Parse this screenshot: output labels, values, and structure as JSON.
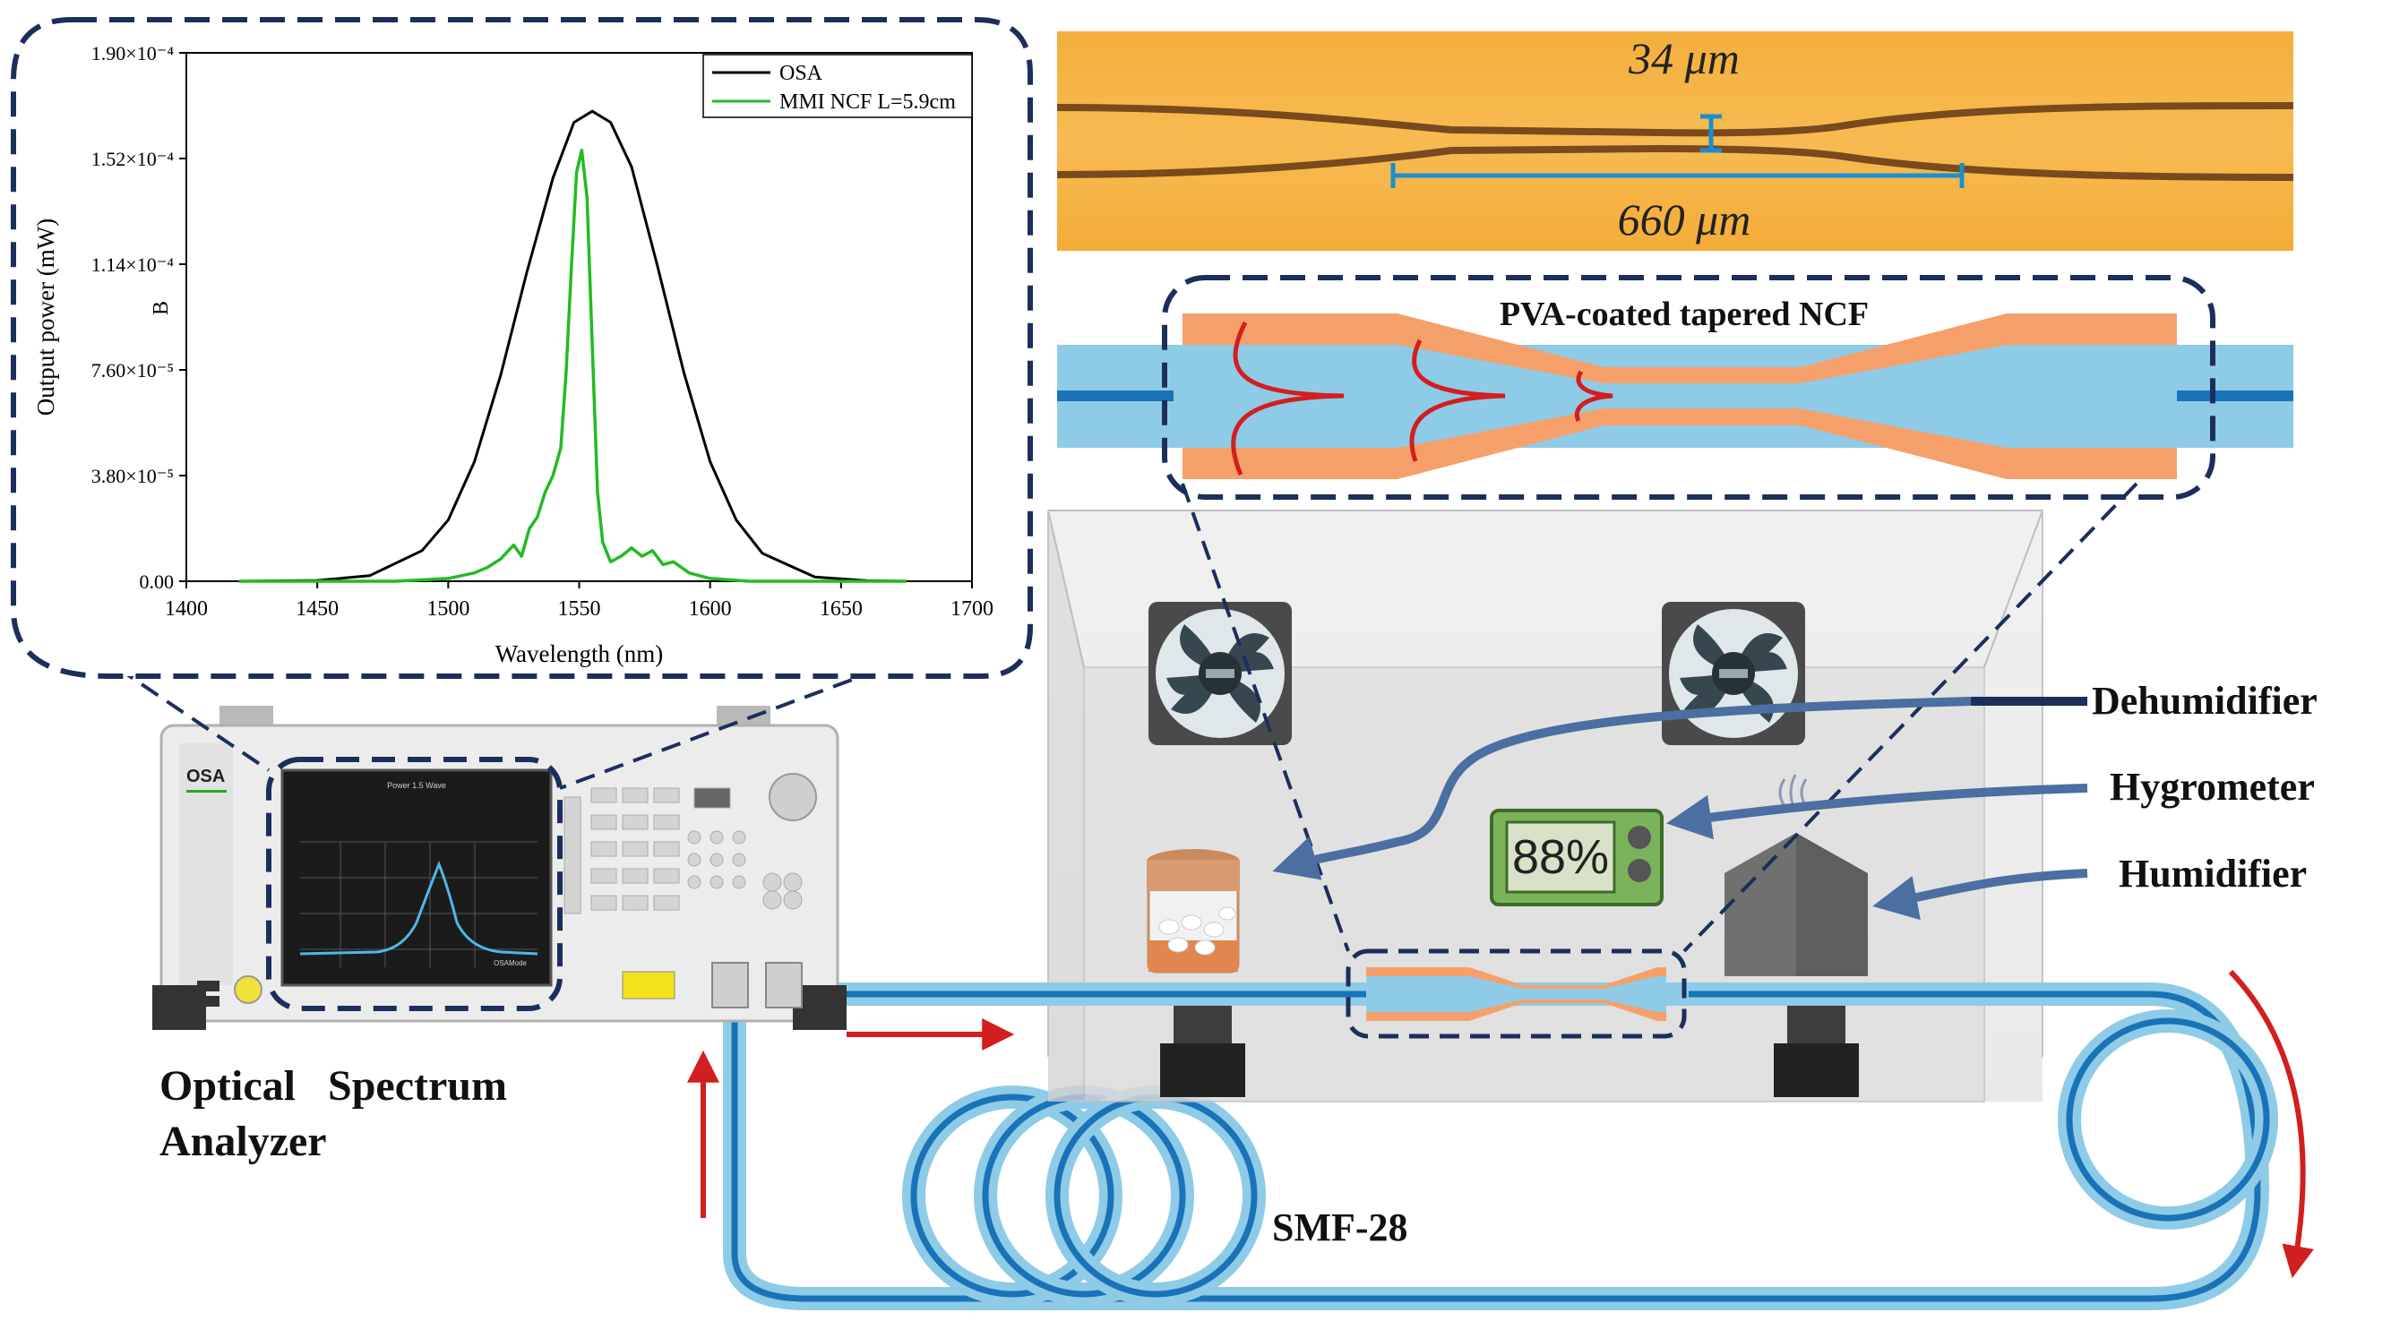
{
  "inset_chart": {
    "chart_data": {
      "type": "line",
      "xlabel": "Wavelength (nm)",
      "ylabel": "Output power (mW)",
      "y_axis_letter": "B",
      "xlim": [
        1400,
        1700
      ],
      "ylim": [
        0,
        0.00019
      ],
      "x_ticks": [
        "1400",
        "1450",
        "1500",
        "1550",
        "1600",
        "1650",
        "1700"
      ],
      "y_ticks": [
        "0.00",
        "3.80×10⁻⁵",
        "7.60×10⁻⁵",
        "1.14×10⁻⁴",
        "1.52×10⁻⁴",
        "1.90×10⁻⁴"
      ],
      "y_tick_values": [
        0,
        3.8e-05,
        7.6e-05,
        0.000114,
        0.000152,
        0.00019
      ],
      "legend_position": "top-right",
      "series": [
        {
          "name": "OSA",
          "color": "#000000",
          "x": [
            1420,
            1450,
            1470,
            1490,
            1500,
            1510,
            1520,
            1530,
            1540,
            1548,
            1555,
            1562,
            1570,
            1580,
            1590,
            1600,
            1610,
            1620,
            1640,
            1660,
            1675
          ],
          "y": [
            0,
            3e-07,
            2e-06,
            1.1e-05,
            2.2e-05,
            4.3e-05,
            7.4e-05,
            0.000111,
            0.000145,
            0.000165,
            0.000169,
            0.000165,
            0.000149,
            0.000113,
            7.5e-05,
            4.3e-05,
            2.2e-05,
            1e-05,
            1.5e-06,
            2e-07,
            0
          ]
        },
        {
          "name": "MMI NCF L=5.9cm",
          "color": "#22bb22",
          "x": [
            1420,
            1480,
            1500,
            1510,
            1515,
            1520,
            1525,
            1528,
            1531,
            1534,
            1537,
            1540,
            1543,
            1545,
            1547,
            1549,
            1551,
            1553,
            1555,
            1557,
            1559,
            1562,
            1566,
            1570,
            1574,
            1578,
            1582,
            1586,
            1592,
            1600,
            1615,
            1640,
            1675
          ],
          "y": [
            0,
            0,
            1e-06,
            3e-06,
            5e-06,
            8e-06,
            1.3e-05,
            9e-06,
            1.9e-05,
            2.3e-05,
            3.2e-05,
            3.8e-05,
            4.8e-05,
            7.5e-05,
            0.000112,
            0.000147,
            0.000155,
            0.000138,
            8.5e-05,
            3.2e-05,
            1.4e-05,
            7e-06,
            9e-06,
            1.2e-05,
            9e-06,
            1.1e-05,
            6e-06,
            7e-06,
            3e-06,
            1e-06,
            0,
            0,
            0
          ]
        }
      ]
    }
  },
  "microscope": {
    "label_width": "34 μm",
    "label_length": "660 μm"
  },
  "schematic": {
    "title": "PVA-coated tapered NCF"
  },
  "instrument": {
    "badge": "OSA",
    "screen_title": "Power 1.5 Wave",
    "screen_footer": "OSAMode"
  },
  "labels": {
    "dehumidifier": "Dehumidifier",
    "hygrometer": "Hygrometer",
    "humidifier": "Humidifier",
    "osa_line1": "Optical   Spectrum",
    "osa_line2": "Analyzer",
    "smf": "SMF-28",
    "hygrometer_display": "88%"
  },
  "colors": {
    "fiber_core": "#1a73b8",
    "fiber_clad": "#8ecbe6",
    "pva_coating": "#f5a06a",
    "dashed_frame": "#1c2e5c",
    "arrow_red": "#d21e1e",
    "hose_blue": "#4a6fa0"
  }
}
